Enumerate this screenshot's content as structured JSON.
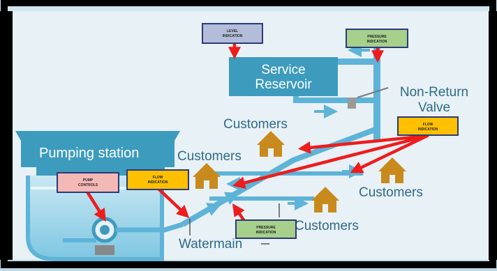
{
  "labels": {
    "service_reservoir_line1": "Service",
    "service_reservoir_line2": "Reservoir",
    "non_return_line1": "Non-Return",
    "non_return_line2": "Valve",
    "pumping_station": "Pumping station",
    "watermain": "Watermain",
    "customers_1": "Customers",
    "customers_2": "Customers",
    "customers_3": "Customers",
    "customers_4": "Customers"
  },
  "indicators": {
    "level": [
      "LEVEL",
      "INDICATION"
    ],
    "pressure_top": [
      "PRESSURE",
      "INDICATION"
    ],
    "flow_right": [
      "FLOW",
      "INDICATION"
    ],
    "pump_controls": [
      "PUMP",
      "CONTROLS"
    ],
    "flow_left": [
      "FLOW",
      "INDICATION"
    ],
    "pressure_bottom": [
      "PRESSURE",
      "INDICATION"
    ]
  },
  "colors": {
    "background": "#e8f1f6",
    "pipe": "#5eb3d8",
    "structure": "#3d9bbd",
    "text": "#2f6b87",
    "house": "#c88a1c",
    "arrow": "#ee1c1c",
    "level_box": "#b3bdd9",
    "pressure_box": "#a6d08c",
    "flow_box": "#ffc000",
    "pump_box": "#f4b8b5",
    "box_border": "#2b3a7a"
  }
}
